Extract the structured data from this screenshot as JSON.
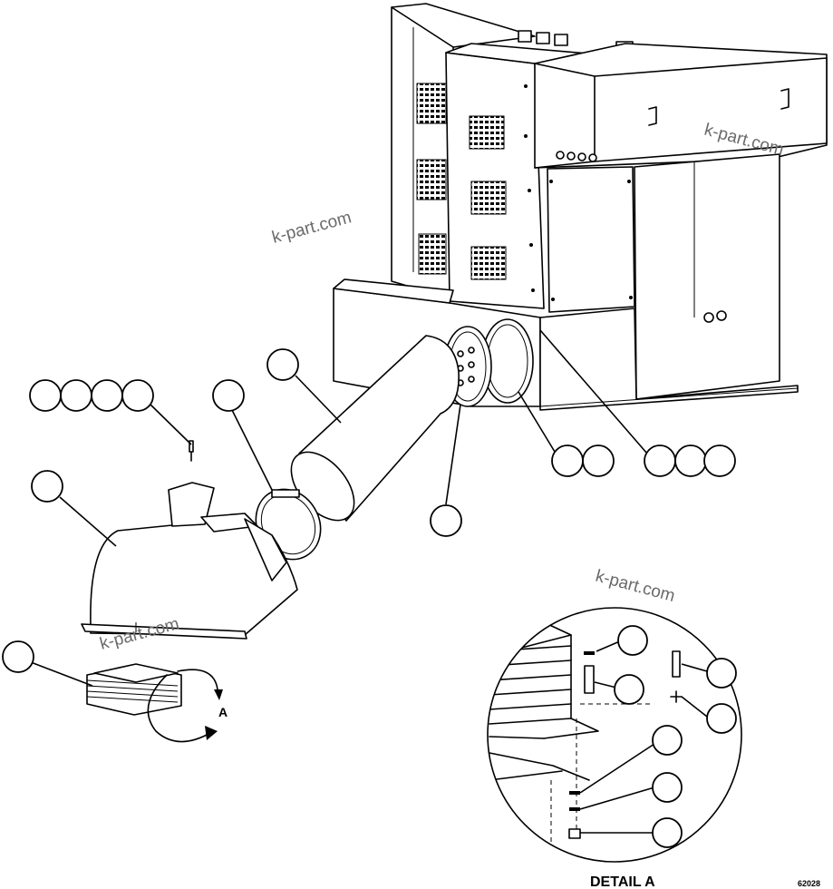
{
  "watermark": {
    "text": "k-part.com"
  },
  "detail": {
    "marker": "A",
    "title": "DETAIL A"
  },
  "figure": {
    "number": "62028"
  }
}
